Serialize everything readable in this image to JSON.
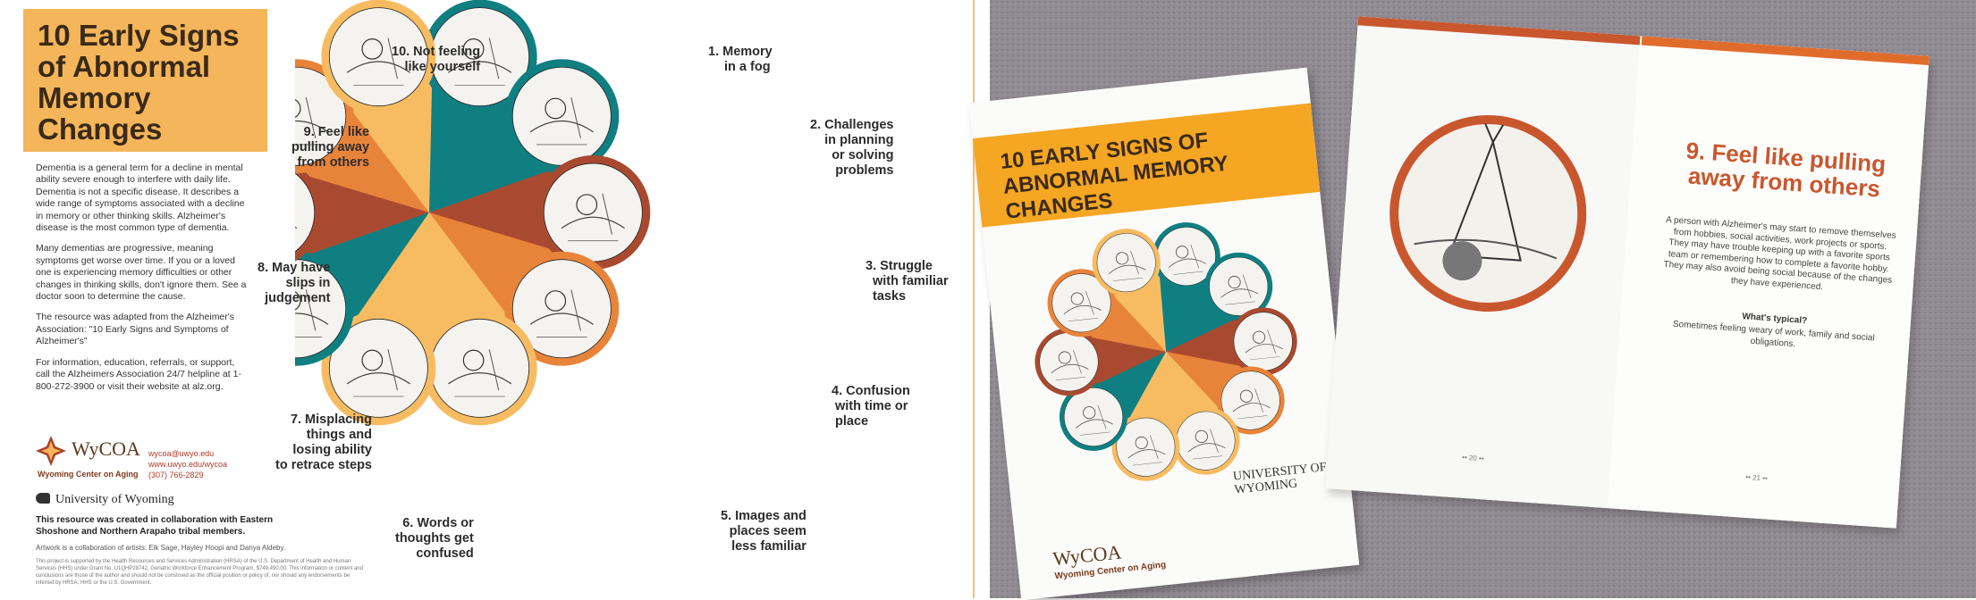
{
  "poster": {
    "title": "10 Early Signs of Abnormal Memory Changes",
    "paragraphs": [
      "Dementia is a general term for a decline in mental ability severe enough to interfere with daily life. Dementia is not a specific disease. It describes a wide range of symptoms associated with a decline in memory or other thinking skills. Alzheimer's disease is the most common type of dementia.",
      "Many dementias are progressive, meaning symptoms get worse over time. If you or a loved one is experiencing memory difficulties or other changes in thinking skills, don't ignore them. See a doctor soon to determine the cause.",
      "The resource was adapted from the Alzheimer's Association: \"10 Early Signs and Symptoms of Alzheimer's\"",
      "For information, education, referrals, or support, call the Alzheimers Association 24/7 helpline at 1-800-272-3900 or visit their website at alz.org."
    ],
    "logo_name": "WyCOA",
    "logo_sub": "Wyoming Center on Aging",
    "contact": [
      "wycoa@uwyo.edu",
      "www.uwyo.edu/wycoa",
      "(307) 766-2829"
    ],
    "university": "University of Wyoming",
    "collab": "This resource was created in collaboration with Eastern Shoshone and Northern Arapaho tribal members.",
    "artists": "Artwork is a collaboration of artists: Elk Sage, Hayley Hoopi and Danya Aldeby.",
    "fine_print": "This project is supported by the Health Resources and Services Administration (HRSA) of the U.S. Department of Health and Human Services (HHS) under Grant No. U1QHP28742, Geriatric Workforce Enhancement Program, $749,490.00. This information or content and conclusions are those of the author and should not be construed as the official position or policy of, nor should any endorsements be inferred by HRSA, HHS or the U.S. Government."
  },
  "signs": [
    {
      "n": "1",
      "text": [
        "1. Memory",
        "in a fog"
      ]
    },
    {
      "n": "2",
      "text": [
        "2. Challenges",
        "in planning",
        "or solving",
        "problems"
      ]
    },
    {
      "n": "3",
      "text": [
        "3. Struggle",
        "with familiar",
        "tasks"
      ]
    },
    {
      "n": "4",
      "text": [
        "4. Confusion",
        "with time or",
        "place"
      ]
    },
    {
      "n": "5",
      "text": [
        "5. Images and",
        "places seem",
        "less familiar"
      ]
    },
    {
      "n": "6",
      "text": [
        "6. Words or",
        "thoughts get",
        "confused"
      ]
    },
    {
      "n": "7",
      "text": [
        "7. Misplacing",
        "things and",
        "losing ability",
        "to retrace steps"
      ]
    },
    {
      "n": "8",
      "text": [
        "8. May have",
        "slips in",
        "judgement"
      ]
    },
    {
      "n": "9",
      "text": [
        "9. Feel like",
        "pulling away",
        "from others"
      ]
    },
    {
      "n": "10",
      "text": [
        "10. Not feeling",
        "like yourself"
      ]
    }
  ],
  "colors": {
    "orange": "#e8843a",
    "light_orange": "#f7bc62",
    "teal": "#0f7f82",
    "rust": "#a94a30",
    "title_bg": "#f5b55a",
    "accent_red": "#b2392c"
  },
  "booklet": {
    "title": "10 EARLY SIGNS OF ABNORMAL MEMORY CHANGES",
    "logo_name": "WyCOA",
    "logo_sub": "Wyoming Center on Aging",
    "university": "UNIVERSITY OF WYOMING"
  },
  "spread": {
    "heading": "9. Feel like pulling away from others",
    "body": "A person with Alzheimer's may start to remove themselves from hobbies, social activities, work projects or sports. They may have trouble keeping up with a favorite sports team or remembering how to complete a favorite hobby. They may also avoid being social because of the changes they have experienced.",
    "typical_label": "What's typical?",
    "typical_text": "Sometimes feeling weary of work, family and social obligations.",
    "page_left": "•• 20 ••",
    "page_right": "•• 21 ••"
  }
}
